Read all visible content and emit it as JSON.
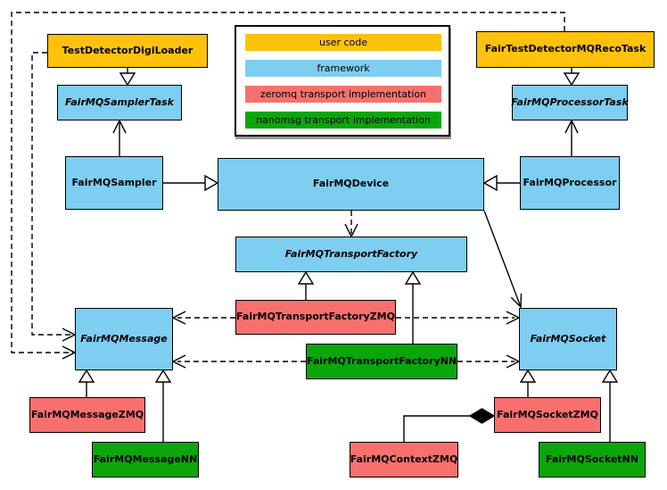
{
  "colors": {
    "userCode": "#FEC20D",
    "framework": "#7DCEF1",
    "zeromq": "#F8706E",
    "nanomsg": "#0AA60A"
  },
  "legend": {
    "items": [
      {
        "label": "user code",
        "kind": "userCode"
      },
      {
        "label": "framework",
        "kind": "framework"
      },
      {
        "label": "zeromq transport implementation",
        "kind": "zeromq"
      },
      {
        "label": "nanomsg transport implementation",
        "kind": "nanomsg"
      }
    ]
  },
  "nodes": {
    "digiloader": {
      "label": "TestDetectorDigiLoader",
      "kind": "userCode",
      "abstract": false
    },
    "recotask": {
      "label": "FairTestDetectorMQRecoTask",
      "kind": "userCode",
      "abstract": false
    },
    "samplertask": {
      "label": "FairMQSamplerTask",
      "kind": "framework",
      "abstract": true
    },
    "processortask": {
      "label": "FairMQProcessorTask",
      "kind": "framework",
      "abstract": true
    },
    "sampler": {
      "label": "FairMQSampler",
      "kind": "framework",
      "abstract": false
    },
    "device": {
      "label": "FairMQDevice",
      "kind": "framework",
      "abstract": false
    },
    "processor": {
      "label": "FairMQProcessor",
      "kind": "framework",
      "abstract": false
    },
    "transportfactory": {
      "label": "FairMQTransportFactory",
      "kind": "framework",
      "abstract": true
    },
    "factoryzmq": {
      "label": "FairMQTransportFactoryZMQ",
      "kind": "zeromq",
      "abstract": false
    },
    "factorynn": {
      "label": "FairMQTransportFactoryNN",
      "kind": "nanomsg",
      "abstract": false
    },
    "message": {
      "label": "FairMQMessage",
      "kind": "framework",
      "abstract": true
    },
    "socket": {
      "label": "FairMQSocket",
      "kind": "framework",
      "abstract": true
    },
    "messagezmq": {
      "label": "FairMQMessageZMQ",
      "kind": "zeromq",
      "abstract": false
    },
    "messagenn": {
      "label": "FairMQMessageNN",
      "kind": "nanomsg",
      "abstract": false
    },
    "contextzmq": {
      "label": "FairMQContextZMQ",
      "kind": "zeromq",
      "abstract": false
    },
    "socketzmq": {
      "label": "FairMQSocketZMQ",
      "kind": "zeromq",
      "abstract": false
    },
    "socketnn": {
      "label": "FairMQSocketNN",
      "kind": "nanomsg",
      "abstract": false
    }
  },
  "edges": [
    {
      "from": "TestDetectorDigiLoader",
      "to": "FairMQSamplerTask",
      "type": "inheritance"
    },
    {
      "from": "FairTestDetectorMQRecoTask",
      "to": "FairMQProcessorTask",
      "type": "inheritance"
    },
    {
      "from": "FairMQSampler",
      "to": "FairMQSamplerTask",
      "type": "association"
    },
    {
      "from": "FairMQProcessor",
      "to": "FairMQProcessorTask",
      "type": "association"
    },
    {
      "from": "FairMQSampler",
      "to": "FairMQDevice",
      "type": "inheritance"
    },
    {
      "from": "FairMQProcessor",
      "to": "FairMQDevice",
      "type": "inheritance"
    },
    {
      "from": "FairMQDevice",
      "to": "FairMQTransportFactory",
      "type": "dashed-dependency"
    },
    {
      "from": "FairMQDevice",
      "to": "FairMQSocket",
      "type": "association"
    },
    {
      "from": "FairMQTransportFactoryZMQ",
      "to": "FairMQTransportFactory",
      "type": "inheritance"
    },
    {
      "from": "FairMQTransportFactoryNN",
      "to": "FairMQTransportFactory",
      "type": "inheritance"
    },
    {
      "from": "FairMQTransportFactoryZMQ",
      "to": "FairMQMessage",
      "type": "dashed-dependency"
    },
    {
      "from": "FairMQTransportFactoryZMQ",
      "to": "FairMQSocket",
      "type": "dashed-dependency"
    },
    {
      "from": "FairMQTransportFactoryNN",
      "to": "FairMQMessage",
      "type": "dashed-dependency"
    },
    {
      "from": "FairMQTransportFactoryNN",
      "to": "FairMQSocket",
      "type": "dashed-dependency"
    },
    {
      "from": "TestDetectorDigiLoader",
      "to": "FairMQMessage",
      "type": "dashed-dependency"
    },
    {
      "from": "FairTestDetectorMQRecoTask",
      "to": "FairMQMessage",
      "type": "dashed-dependency"
    },
    {
      "from": "FairMQMessageZMQ",
      "to": "FairMQMessage",
      "type": "inheritance"
    },
    {
      "from": "FairMQMessageNN",
      "to": "FairMQMessage",
      "type": "inheritance"
    },
    {
      "from": "FairMQSocketZMQ",
      "to": "FairMQSocket",
      "type": "inheritance"
    },
    {
      "from": "FairMQSocketNN",
      "to": "FairMQSocket",
      "type": "inheritance"
    },
    {
      "from": "FairMQContextZMQ",
      "to": "FairMQSocketZMQ",
      "type": "composition"
    }
  ]
}
